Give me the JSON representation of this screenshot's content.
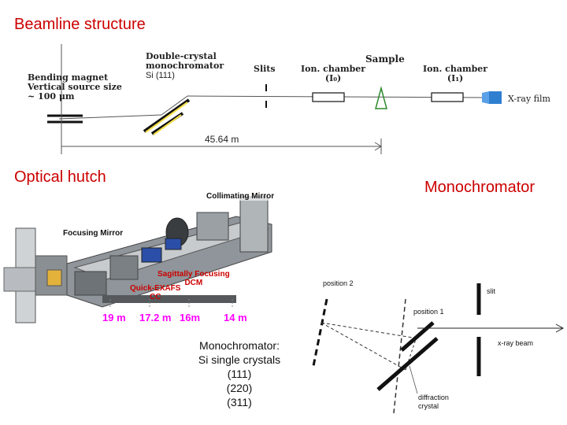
{
  "titles": {
    "beamline": "Beamline structure",
    "optical_hutch": "Optical hutch",
    "monochromator": "Monochromator"
  },
  "schematic": {
    "bending_magnet": [
      "Bending magnet",
      "Vertical source size",
      "~ 100 μm"
    ],
    "dcm": [
      "Double-crystal",
      "monochromator",
      "Si (111)"
    ],
    "slits": "Slits",
    "ion_chamber_1": [
      "Ion. chamber",
      "(I₀)"
    ],
    "sample": "Sample",
    "ion_chamber_2": [
      "Ion. chamber",
      "(I₁)"
    ],
    "xray_film": "X-ray film",
    "distance": "45.64 m"
  },
  "photo": {
    "collimating_mirror": "Collimating Mirror",
    "focusing_mirror": "Focusing Mirror",
    "sagittal": [
      "Sagittally Focusing",
      "DCM"
    ],
    "quick_exafs": [
      "Quick-EXAFS",
      "CC"
    ],
    "distances": [
      "19 m",
      "17.2 m",
      "16m",
      "14 m"
    ]
  },
  "mono_caption": [
    "Monochromator:",
    "Si single crystals",
    "(111)",
    "(220)",
    "(311)"
  ],
  "mono_diagram": {
    "position2": "position 2",
    "position1": "position 1",
    "slit": "slit",
    "xray_beam": "x-ray beam",
    "diffraction_crystal": [
      "diffraction",
      "crystal"
    ]
  },
  "colors": {
    "title_red": "#cc0000",
    "photo_label_red": "#cc0000",
    "distance_magenta": "#ff00ff"
  }
}
